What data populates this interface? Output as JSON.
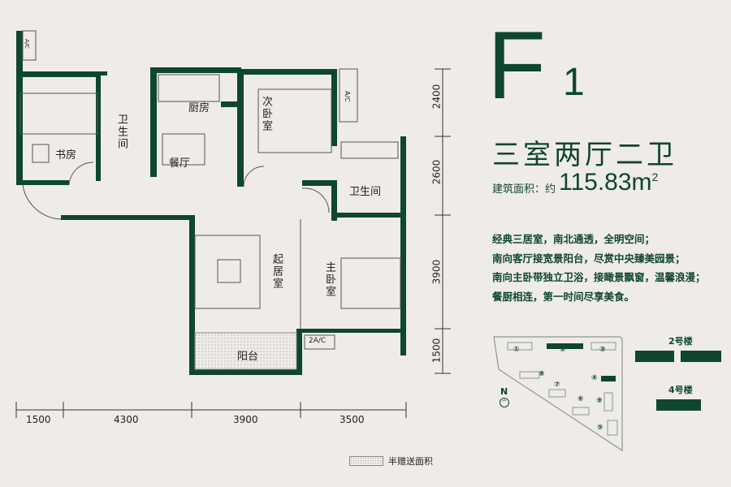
{
  "title": {
    "letter": "F",
    "number": "1"
  },
  "layout_type": "三室两厅二卫",
  "area": {
    "label": "建筑面积：约",
    "value": "115.83",
    "unit": "m",
    "unit_sup": "2"
  },
  "description": [
    "经典三居室，南北通透，全明空间；",
    "南向客厅接宽景阳台，尽赏中央臻美园景；",
    "南向主卧带独立卫浴，接瞰景飘窗，温馨浪漫；",
    "餐厨相连，第一时间尽享美食。"
  ],
  "rooms": {
    "study": "书房",
    "bath1": "卫生间",
    "kitchen": "厨房",
    "dining": "餐厅",
    "second_bedroom": "次卧室",
    "bath2": "卫生间",
    "living": "起居室",
    "master_bedroom": "主卧室",
    "balcony": "阳台"
  },
  "ac_labels": {
    "ac1": "A/C",
    "ac2": "A/C",
    "ac3": "2A/C"
  },
  "dimensions": {
    "bottom": [
      "1500",
      "4300",
      "3900",
      "3500"
    ],
    "right": [
      "2400",
      "2600",
      "3900",
      "1500"
    ]
  },
  "legend": {
    "label": "半赠送面积"
  },
  "site_plan": {
    "north": "N",
    "buildings": [
      "①",
      "②",
      "③",
      "④",
      "⑤",
      "⑥",
      "⑦",
      "⑧",
      "⑨"
    ],
    "building2_label": "2号楼",
    "building4_label": "4号楼"
  },
  "colors": {
    "primary": "#0e4632",
    "background": "#efebe9"
  }
}
